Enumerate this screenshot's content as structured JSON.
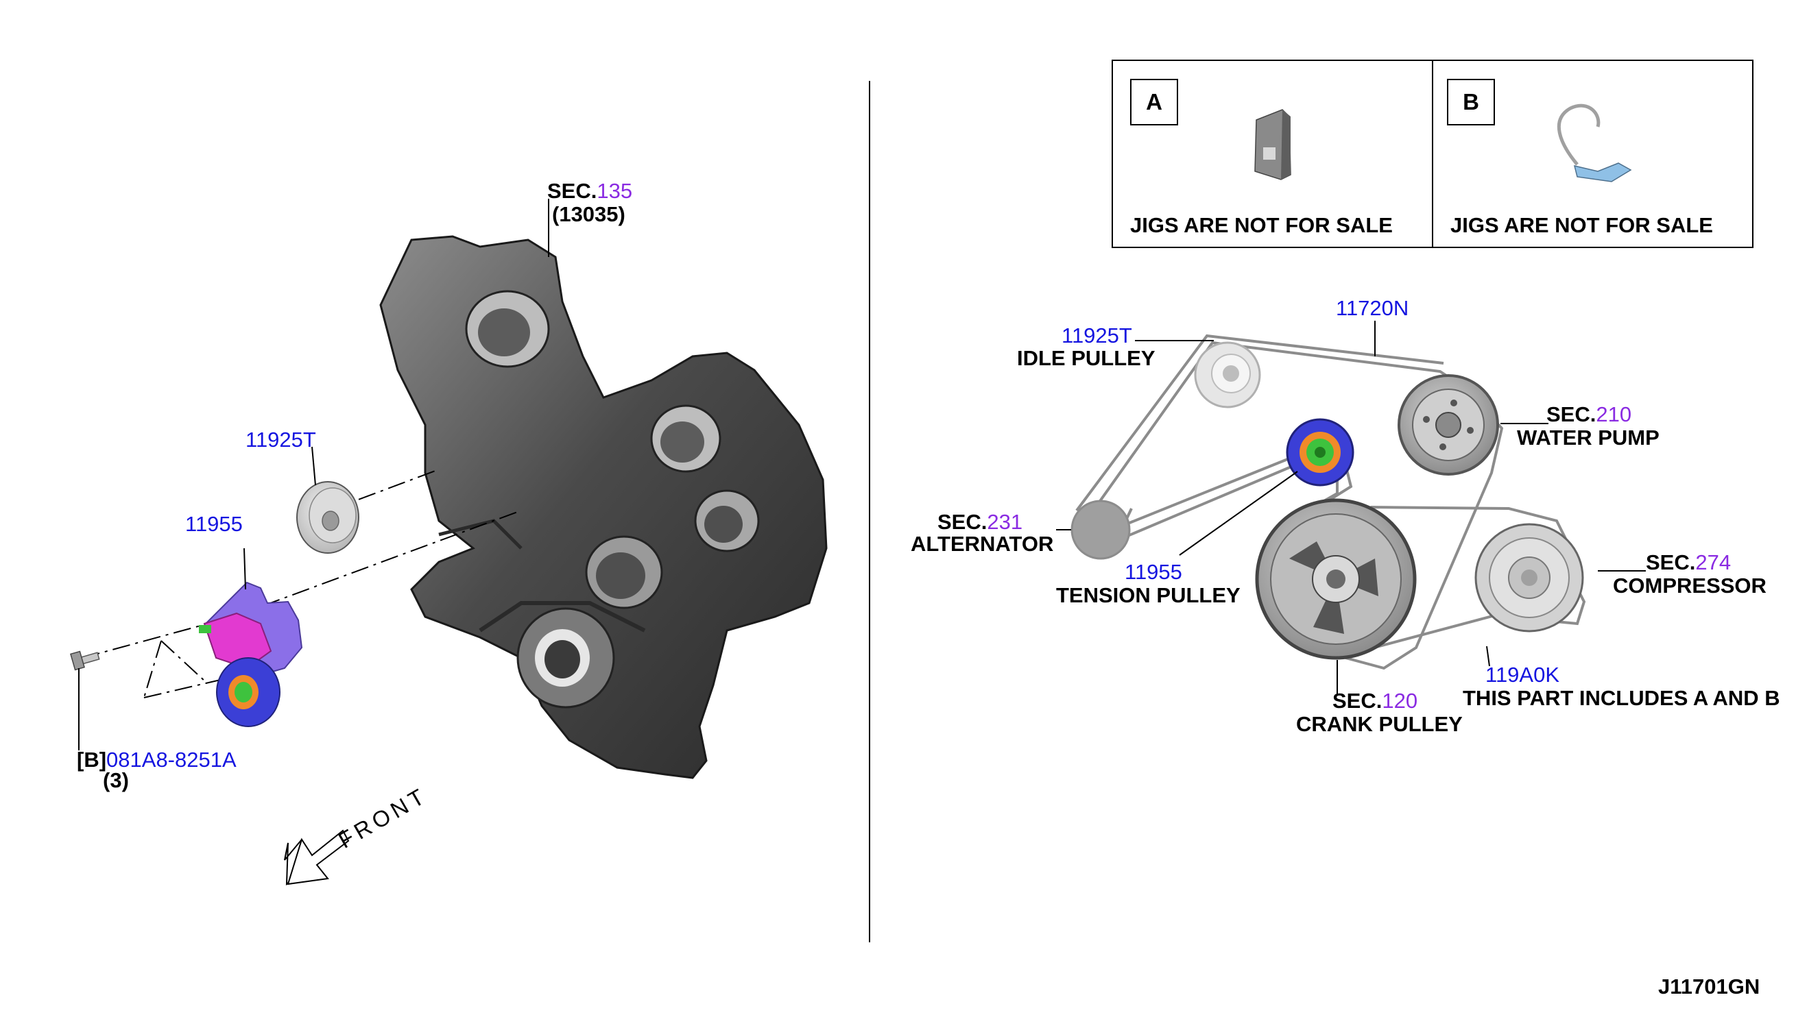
{
  "labels": {
    "sec135": {
      "prefix": "SEC.",
      "num": "135",
      "sub": "(13035)"
    },
    "idler_left": "11925T",
    "tensioner_left": "11955",
    "bolt": {
      "prefix": "[B]",
      "num": "081A8-8251A",
      "qty": "(3)"
    },
    "front": "FRONT",
    "jig_a": {
      "letter": "A",
      "note": "JIGS ARE NOT FOR SALE"
    },
    "jig_b": {
      "letter": "B",
      "note": "JIGS ARE NOT FOR SALE"
    },
    "belt": "11720N",
    "idle_pulley": {
      "num": "11925T",
      "name": "IDLE PULLEY"
    },
    "water_pump": {
      "prefix": "SEC.",
      "num": "210",
      "name": "WATER PUMP"
    },
    "alternator": {
      "prefix": "SEC.",
      "num": "231",
      "name": "ALTERNATOR"
    },
    "tension_pulley": {
      "num": "11955",
      "name": "TENSION PULLEY"
    },
    "compressor": {
      "prefix": "SEC.",
      "num": "274",
      "name": "COMPRESSOR"
    },
    "belt_kit": {
      "num": "119A0K",
      "name": "THIS PART INCLUDES A AND B"
    },
    "crank_pulley": {
      "prefix": "SEC.",
      "num": "120",
      "name": "CRANK PULLEY"
    },
    "drawing_code": "J11701GN"
  },
  "colors": {
    "part_number": "#1515e0",
    "section_number": "#8a2be2",
    "casting": "#4a4a4a",
    "tensioner_body": "#8b6fe8",
    "tensioner_arm": "#e23ad0",
    "tension_roller": "#3b3fd6",
    "hub_green": "#3ec23e",
    "hub_orange": "#f08a2a"
  }
}
